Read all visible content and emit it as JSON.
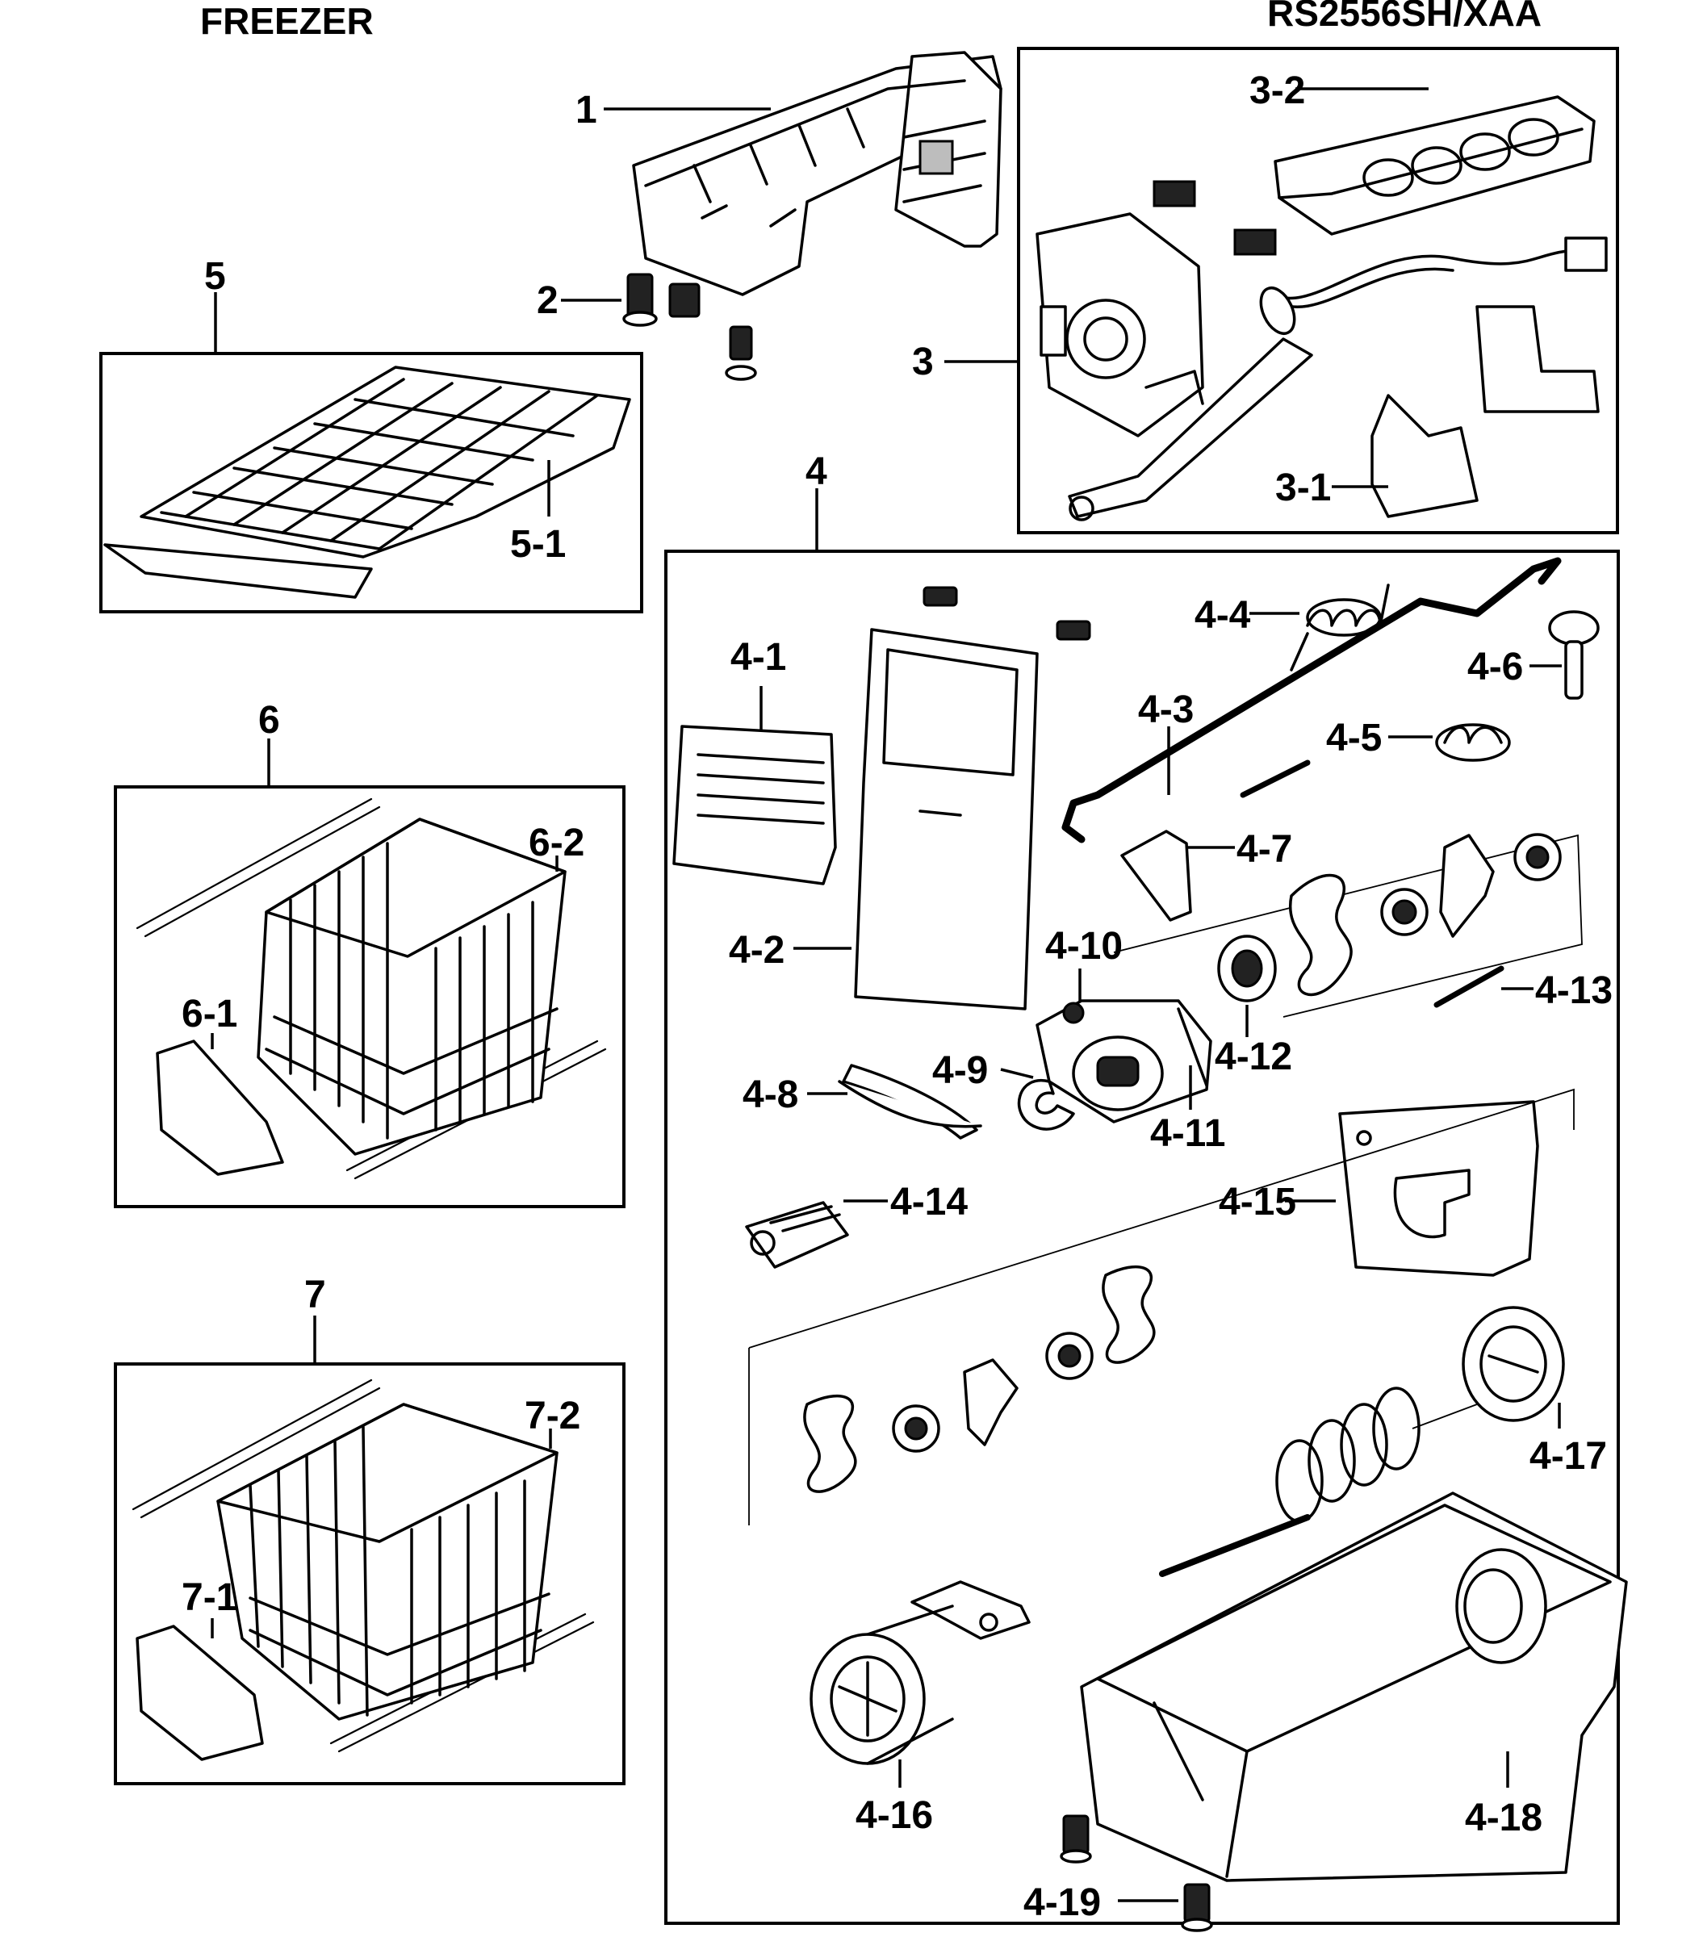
{
  "header": {
    "section_label": "FREEZER",
    "model_number": "RS2556SH/XAA"
  },
  "parts": {
    "p1": "1",
    "p2": "2",
    "p3": "3",
    "p3_1": "3-1",
    "p3_2": "3-2",
    "p4": "4",
    "p4_1": "4-1",
    "p4_2": "4-2",
    "p4_3": "4-3",
    "p4_4": "4-4",
    "p4_5": "4-5",
    "p4_6": "4-6",
    "p4_7": "4-7",
    "p4_8": "4-8",
    "p4_9": "4-9",
    "p4_10": "4-10",
    "p4_11": "4-11",
    "p4_12": "4-12",
    "p4_13": "4-13",
    "p4_14": "4-14",
    "p4_15": "4-15",
    "p4_16": "4-16",
    "p4_17": "4-17",
    "p4_18": "4-18",
    "p4_19": "4-19",
    "p5": "5",
    "p5_1": "5-1",
    "p6": "6",
    "p6_1": "6-1",
    "p6_2": "6-2",
    "p7": "7",
    "p7_1": "7-1",
    "p7_2": "7-2"
  }
}
